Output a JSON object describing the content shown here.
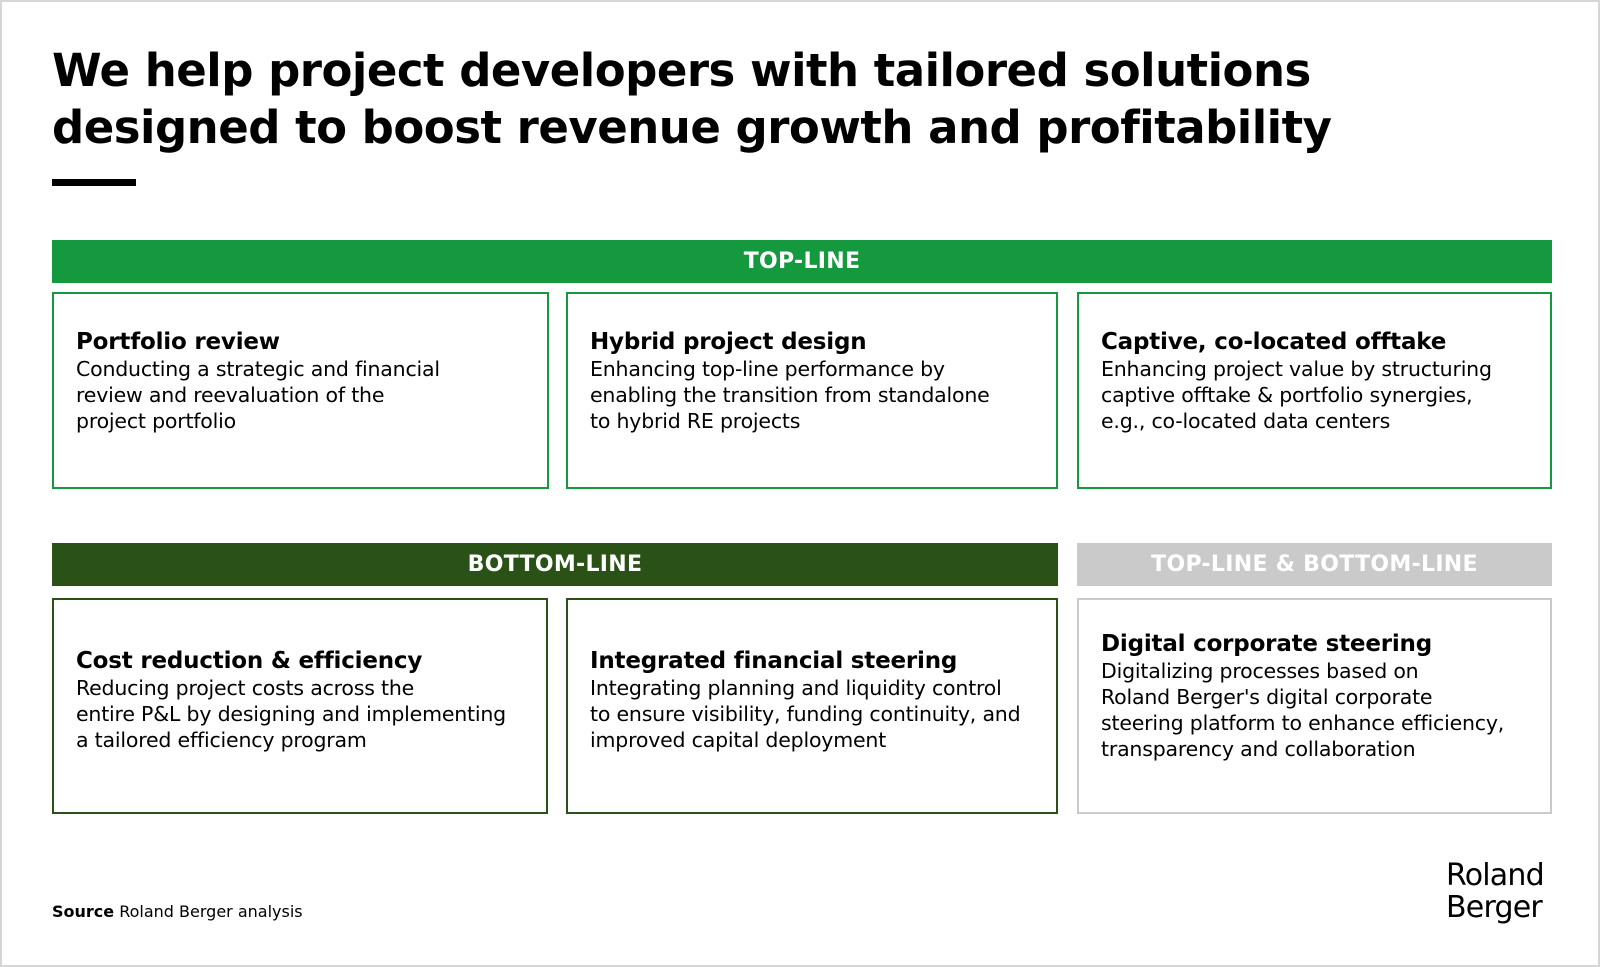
{
  "slide": {
    "title_lines": [
      "We help project developers with tailored solutions",
      "designed to boost revenue growth and profitability"
    ]
  },
  "bands": {
    "top_line": "TOP-LINE",
    "bottom_line": "BOTTOM-LINE",
    "both": "TOP-LINE & BOTTOM-LINE"
  },
  "colors": {
    "top_line_green": "#14993f",
    "bottom_line_green": "#2b5216",
    "both_grey": "#cacaca"
  },
  "cards": [
    {
      "title": "Portfolio review",
      "lines": [
        "Conducting a strategic and financial",
        "review and reevaluation of the",
        "project portfolio"
      ]
    },
    {
      "title": "Hybrid project design",
      "lines": [
        "Enhancing top-line performance by",
        "enabling the transition from standalone",
        "to hybrid RE projects"
      ]
    },
    {
      "title": "Captive, co-located offtake",
      "lines": [
        "Enhancing project value by structuring",
        "captive offtake & portfolio synergies,",
        "e.g., co-located data centers"
      ]
    },
    {
      "title": "Cost reduction & efficiency",
      "lines": [
        "Reducing project costs across the",
        "entire P&L by designing and implementing",
        "a tailored efficiency program"
      ]
    },
    {
      "title": "Integrated financial steering",
      "lines": [
        "Integrating planning and liquidity control",
        "to ensure visibility, funding continuity, and",
        "improved capital deployment"
      ]
    },
    {
      "title": "Digital corporate steering",
      "lines": [
        "Digitalizing processes based on",
        "Roland Berger's digital corporate",
        "steering platform to enhance efficiency,",
        "transparency and collaboration"
      ]
    }
  ],
  "footer": {
    "source_label": "Source",
    "source_text": " Roland Berger analysis",
    "logo_line1": "Roland",
    "logo_line2": "Berger"
  }
}
